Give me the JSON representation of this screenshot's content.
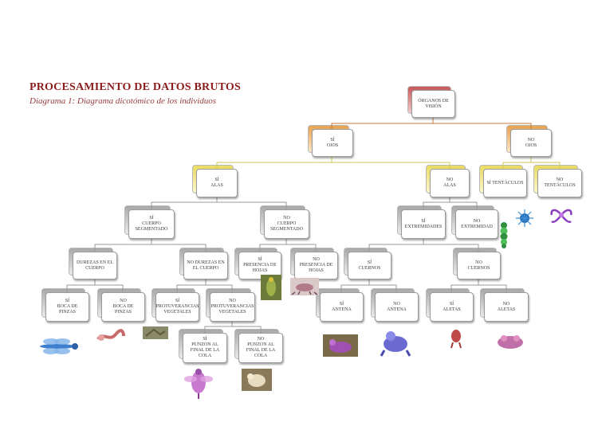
{
  "header": {
    "title": "PROCESAMIENTO  DE DATOS BRUTOS",
    "subtitle": "Diagrama 1: Diagrama dicotómico de los individuos"
  },
  "nodes": {
    "organos_vision": "ÓRGANOS DE VISIÓN",
    "si_ojos": [
      "SÍ",
      "OJOS"
    ],
    "no_ojos": [
      "NO",
      "OJOS"
    ],
    "si_alas": [
      "SÍ",
      "ALAS"
    ],
    "no_alas": [
      "NO",
      "ALAS"
    ],
    "si_tentaculos": "SÍ TENTÁCULOS",
    "no_tentaculos": "NO TENTÁCULOS",
    "si_cuerpo_segmentado": [
      "SÍ",
      "CUERPO SEGMENTADO"
    ],
    "no_cuerpo_segmentado": [
      "NO",
      "CUERPO SEGMENTADO"
    ],
    "si_extremidades": [
      "SÍ",
      "EXTREMIDADES"
    ],
    "no_extremidad": [
      "NO",
      "EXTREMIDAD"
    ],
    "durezas_cuerpo": "DUREZAS EN EL CUERPO",
    "no_durezas_cuerpo": "NO DUREZAS EN EL CUERPO",
    "si_presencia_hojas": [
      "SÍ",
      "PRESENCIA DE HOJAS"
    ],
    "no_presencia_hojas": [
      "NO",
      "PRESENCIA DE HOJAS"
    ],
    "si_cuernos": [
      "SÍ",
      "CUERNOS"
    ],
    "no_cuernos": [
      "NO",
      "CUERNOS"
    ],
    "si_boca_pinzas": [
      "SÍ",
      "BOCA DE PINZAS"
    ],
    "no_boca_pinzas": [
      "NO",
      "BOCA DE PINZAS"
    ],
    "si_protuberancias": [
      "SÍ",
      "PROTUVERANCIAS VEGETALES"
    ],
    "no_protuberancias": [
      "NO",
      "PROTUVERANCIAS VEGETALES"
    ],
    "si_antena": [
      "SÍ",
      "ANTENA"
    ],
    "no_antena": [
      "NO",
      "ANTENA"
    ],
    "si_aletas": [
      "Sí",
      "ALETAS"
    ],
    "no_aletas": [
      "NO",
      "ALETAS"
    ],
    "si_punzon": [
      "SÍ",
      "PUNZON AL FINAL DE LA COLA"
    ],
    "no_punzon": [
      "NO",
      "PUNZON AL FINAL DE LA COLA"
    ]
  },
  "colors": {
    "title": "#8b1c1c",
    "subtitle": "#9a3c3c",
    "level1": "#c65757",
    "level2": "#e7a251",
    "level3": "#eadb60",
    "lower_levels": "#a8a8a8",
    "connector_top": "#c77a3c",
    "connector_mid": "#d6c65a",
    "connector_low": "#9a9a9a"
  },
  "icons": {
    "creature_images": "creature-thumbnail"
  }
}
